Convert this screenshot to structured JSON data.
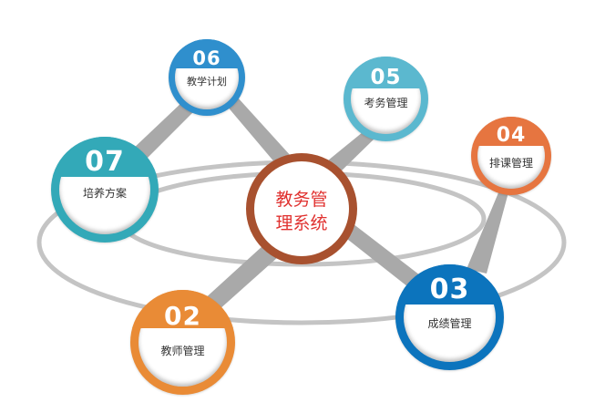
{
  "center": {
    "line1": "教务管",
    "line2": "理系统",
    "ring_color": "#a8512f",
    "text_color": "#e0312f"
  },
  "nodes": [
    {
      "id": "02",
      "number": "02",
      "label": "教师管理",
      "color": "#e98b36"
    },
    {
      "id": "03",
      "number": "03",
      "label": "成绩管理",
      "color": "#0c74bd"
    },
    {
      "id": "04",
      "number": "04",
      "label": "排课管理",
      "color": "#e67540"
    },
    {
      "id": "05",
      "number": "05",
      "label": "考务管理",
      "color": "#5bb8cf"
    },
    {
      "id": "06",
      "number": "06",
      "label": "教学计划",
      "color": "#2f8fcd"
    },
    {
      "id": "07",
      "number": "07",
      "label": "培养方案",
      "color": "#33a9b8"
    }
  ],
  "decor": {
    "ellipse_color": "#c4c4c4",
    "connector_color": "#a9a9a9"
  }
}
